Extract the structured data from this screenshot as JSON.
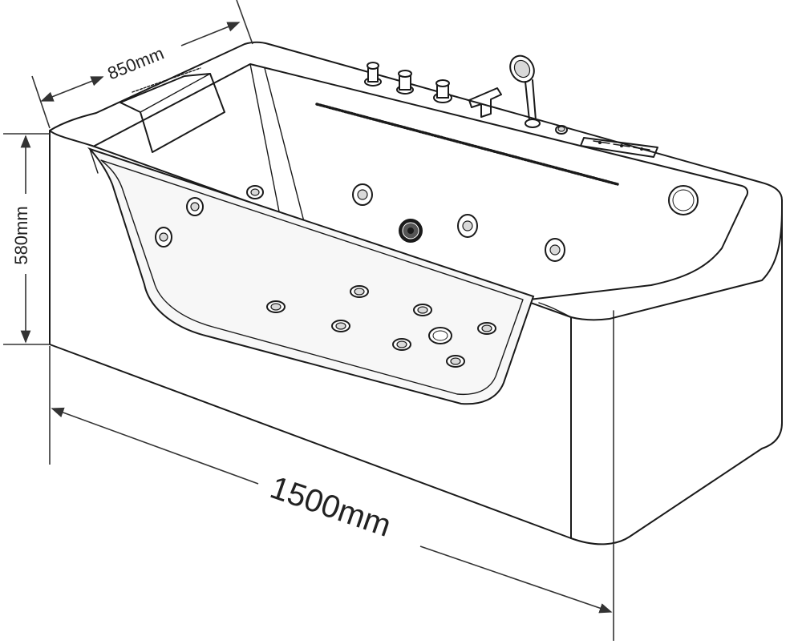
{
  "dimensions": {
    "width_label": "850mm",
    "height_label": "580mm",
    "length_label": "1500mm"
  }
}
